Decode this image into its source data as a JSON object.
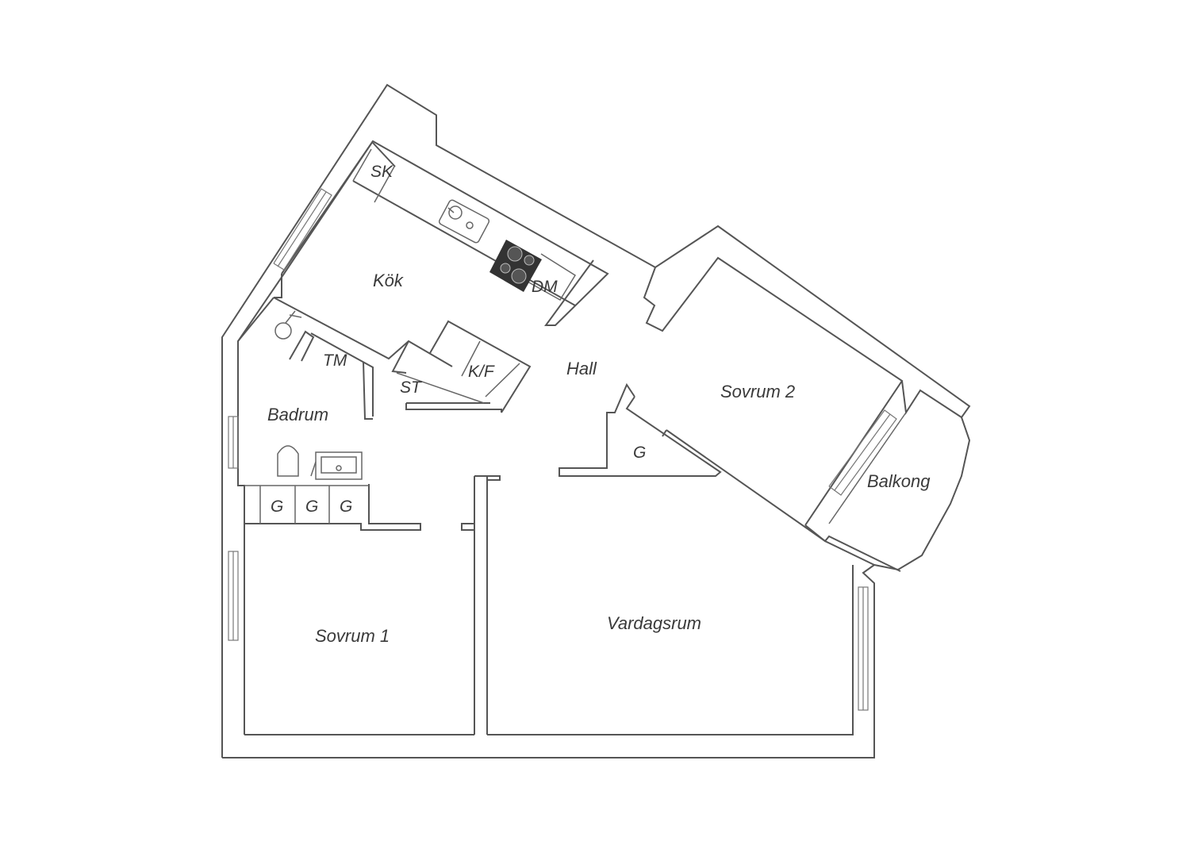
{
  "floorplan": {
    "rooms": {
      "kok": "Kök",
      "hall": "Hall",
      "badrum": "Badrum",
      "sovrum1": "Sovrum 1",
      "sovrum2": "Sovrum 2",
      "vardagsrum": "Vardagsrum",
      "balkong": "Balkong"
    },
    "fixtures": {
      "sk": "SK",
      "dm": "DM",
      "tm": "TM",
      "st": "ST",
      "kf": "K/F",
      "g_hall": "G",
      "g_bath_1": "G",
      "g_bath_2": "G",
      "g_bath_3": "G"
    },
    "colors": {
      "wall": "#555555",
      "text": "#3a3a3a",
      "stove": "#333333"
    }
  }
}
